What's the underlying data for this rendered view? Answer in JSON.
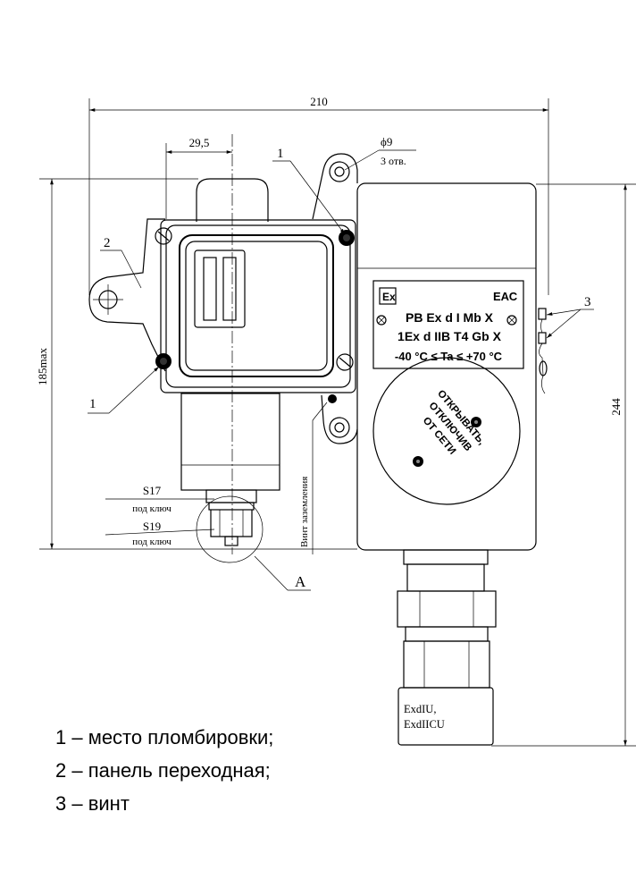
{
  "dimensions": {
    "overall_width": "210",
    "offset": "29,5",
    "height_max": "185max",
    "overall_height": "244",
    "hole_dia": "ϕ9",
    "hole_count": "3 отв."
  },
  "callouts": {
    "seal_top": "1",
    "seal_bottom": "1",
    "panel": "2",
    "screw": "3",
    "detail": "A"
  },
  "fittings": {
    "s17": "S17",
    "s17_note": "под ключ",
    "s19": "S19",
    "s19_note": "под ключ"
  },
  "ground_screw": "Винт заземления",
  "nameplate": {
    "ex_mark": "Ex",
    "eac_mark": "ЕАС",
    "line1": "PB Ex d I Mb X",
    "line2": "1Ex d IIB T4 Gb X",
    "line3": "-40 °C ≤ Ta ≤ +70 °C"
  },
  "warning": {
    "line1": "ОТКРЫВАТЬ,",
    "line2": "ОТКЛЮЧИВ",
    "line3": "ОТ СЕТИ"
  },
  "gland": {
    "line1": "ExdIU,",
    "line2": "ExdIICU"
  },
  "legend": [
    "1 – место пломбировки;",
    "2 – панель переходная;",
    "3 – винт"
  ]
}
